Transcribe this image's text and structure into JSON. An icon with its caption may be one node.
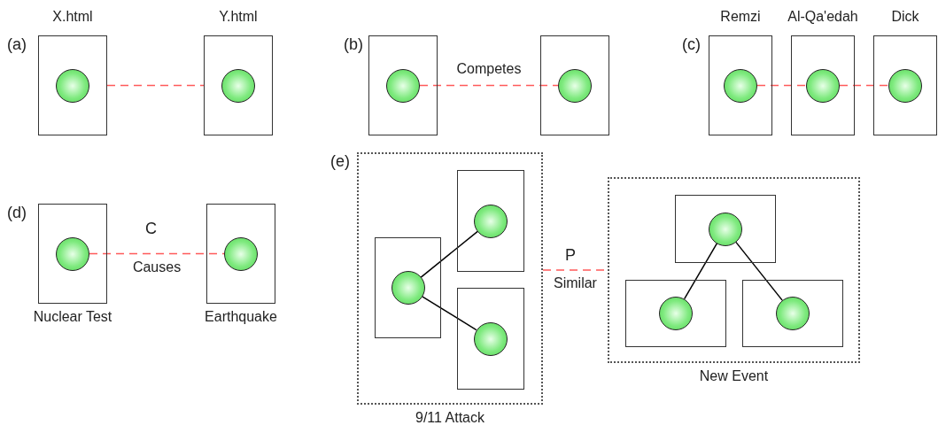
{
  "diagram": {
    "nodes": [
      {
        "text": [
          "X.html"
        ]
      },
      {
        "text": [],
        "shape": "circle",
        "in": 0
      },
      {
        "text": [
          "Y.html"
        ]
      },
      {
        "text": [],
        "shape": "circle",
        "in": 2
      },
      {
        "text": [],
        "shape": "box"
      },
      {
        "text": [],
        "shape": "circle",
        "in": 4
      },
      {
        "text": [],
        "shape": "box"
      },
      {
        "text": [],
        "shape": "circle",
        "in": 6
      },
      {
        "text": [
          "Remzi"
        ]
      },
      {
        "text": [],
        "shape": "circle",
        "in": 8
      },
      {
        "text": [
          "Al-Qa'edah"
        ]
      },
      {
        "text": [],
        "shape": "circle",
        "in": 10
      },
      {
        "text": [
          "Dick"
        ]
      },
      {
        "text": [],
        "shape": "circle",
        "in": 12
      },
      {
        "text": [
          "Nuclear Test"
        ]
      },
      {
        "text": [],
        "shape": "circle",
        "in": 14
      },
      {
        "text": [
          "Earthquake"
        ]
      },
      {
        "text": [],
        "shape": "circle",
        "in": 16
      },
      {
        "text": [
          "9/11 Attack"
        ]
      },
      {
        "text": [],
        "shape": "box",
        "in": 18
      },
      {
        "text": [],
        "shape": "circle",
        "in": 19
      },
      {
        "text": [],
        "shape": "box",
        "in": 18
      },
      {
        "text": [],
        "shape": "circle",
        "in": 21
      },
      {
        "text": [],
        "shape": "box",
        "in": 18
      },
      {
        "text": [],
        "shape": "circle",
        "in": 23
      },
      {
        "text": [
          "New Event"
        ]
      },
      {
        "text": [],
        "shape": "box",
        "in": 25
      },
      {
        "text": [],
        "shape": "circle",
        "in": 26
      },
      {
        "text": [],
        "shape": "box",
        "in": 25
      },
      {
        "text": [],
        "shape": "circle",
        "in": 28
      },
      {
        "text": [],
        "shape": "box",
        "in": 25
      },
      {
        "text": [],
        "shape": "circle",
        "in": 30
      }
    ],
    "edges": [
      {
        "from": 0,
        "to": 2,
        "arrow": "none",
        "style": "dashed"
      },
      {
        "from": 5,
        "to": 7,
        "arrow": "none",
        "style": "dashed",
        "label": "Competes"
      },
      {
        "from": 9,
        "to": 11,
        "arrow": "none",
        "style": "dashed"
      },
      {
        "from": 11,
        "to": 13,
        "arrow": "none",
        "style": "dashed"
      },
      {
        "from": 15,
        "to": 17,
        "arrow": "none",
        "style": "dashed",
        "label": "Causes"
      },
      {
        "from": 20,
        "to": 22,
        "arrow": "none",
        "color": "#000000"
      },
      {
        "from": 20,
        "to": 24,
        "arrow": "none",
        "color": "#000000"
      },
      {
        "from": 18,
        "to": 25,
        "arrow": "none",
        "style": "dashed",
        "label": "Similar"
      },
      {
        "from": 27,
        "to": 29,
        "arrow": "none",
        "color": "#000000"
      },
      {
        "from": 27,
        "to": 31,
        "arrow": "none",
        "color": "#000000"
      }
    ],
    "labels": [
      "(a)",
      "(b)",
      "(c)",
      "(d)",
      "C",
      "(e)",
      "P"
    ]
  }
}
